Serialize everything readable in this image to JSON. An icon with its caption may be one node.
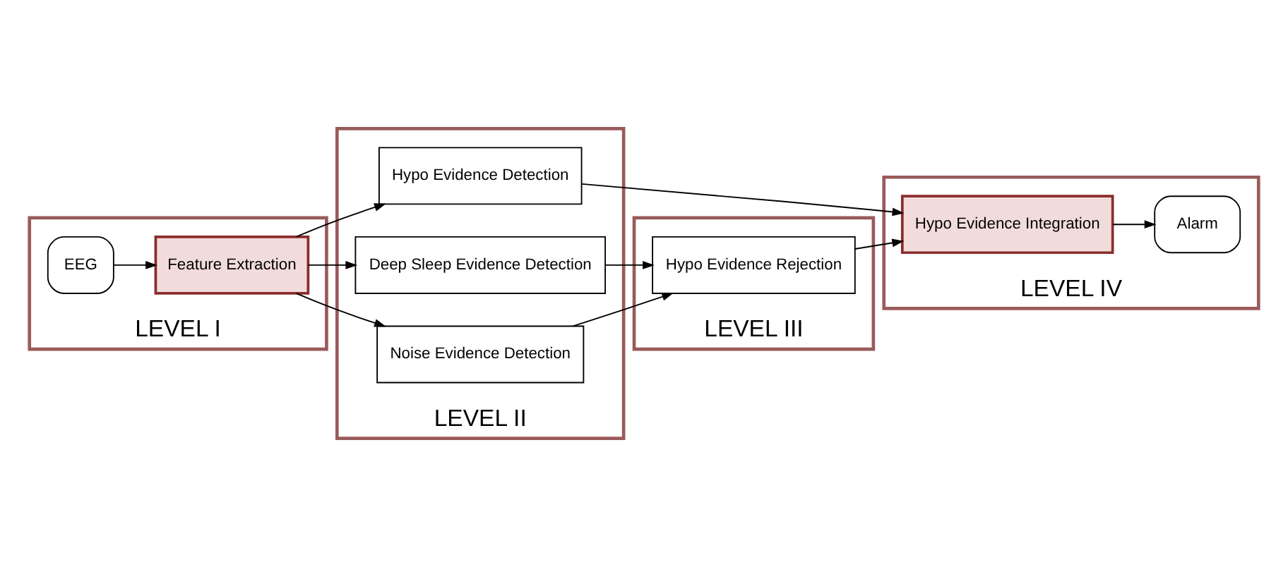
{
  "diagram": {
    "nodes": [
      {
        "text": [
          "LEVEL I"
        ]
      },
      {
        "text": [
          "EEG"
        ],
        "in": 0
      },
      {
        "text": [
          "Feature Extraction"
        ],
        "in": 0
      },
      {
        "text": [
          "LEVEL II"
        ]
      },
      {
        "text": [
          "Hypo Evidence Detection"
        ],
        "in": 3
      },
      {
        "text": [
          "Deep Sleep Evidence Detection"
        ],
        "in": 3
      },
      {
        "text": [
          "Noise Evidence Detection"
        ],
        "in": 3
      },
      {
        "text": [
          "LEVEL III"
        ]
      },
      {
        "text": [
          "Hypo Evidence Rejection"
        ],
        "in": 7
      },
      {
        "text": [
          "LEVEL IV"
        ]
      },
      {
        "text": [
          "Hypo Evidence Integration"
        ],
        "in": 9
      },
      {
        "text": [
          "Alarm"
        ],
        "in": 9
      }
    ],
    "edges": [
      {
        "from": 1,
        "to": 2,
        "arrow": "to"
      },
      {
        "from": 2,
        "to": 4,
        "arrow": "to"
      },
      {
        "from": 2,
        "to": 5,
        "arrow": "to"
      },
      {
        "from": 2,
        "to": 6,
        "arrow": "to"
      },
      {
        "from": 4,
        "to": 10,
        "arrow": "to"
      },
      {
        "from": 5,
        "to": 8,
        "arrow": "to"
      },
      {
        "from": 6,
        "to": 8,
        "arrow": "to"
      },
      {
        "from": 8,
        "to": 10,
        "arrow": "to"
      },
      {
        "from": 10,
        "to": 11,
        "arrow": "to"
      }
    ]
  }
}
